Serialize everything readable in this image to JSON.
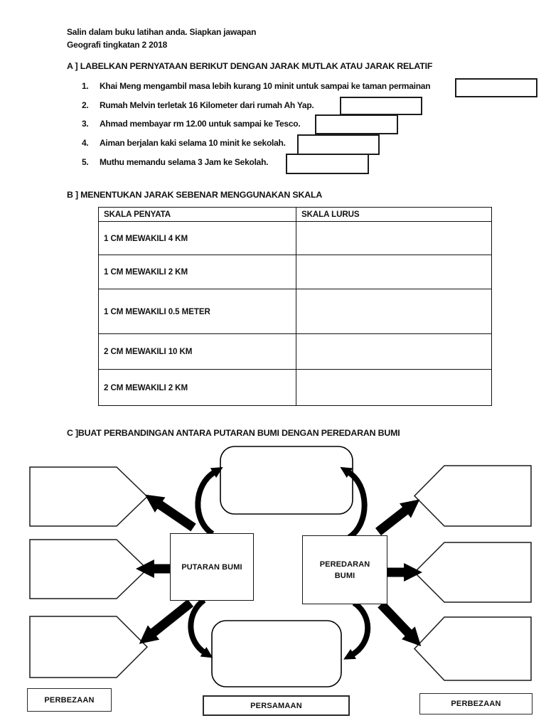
{
  "header": {
    "line1": "Salin dalam buku latihan anda. Siapkan jawapan",
    "line2": "Geografi tingkatan 2 2018"
  },
  "section_a": {
    "heading": "A ] LABELKAN PERNYATAAN BERIKUT DENGAN JARAK MUTLAK ATAU JARAK RELATIF",
    "items": [
      {
        "num": "1.",
        "text": "Khai Meng mengambil masa lebih kurang 10 minit untuk sampai ke taman permainan"
      },
      {
        "num": "2.",
        "text": "Rumah Melvin terletak 16 Kilometer dari rumah Ah Yap."
      },
      {
        "num": "3.",
        "text": "Ahmad membayar rm 12.00 untuk sampai ke Tesco."
      },
      {
        "num": "4.",
        "text": "Aiman berjalan kaki selama 10 minit ke sekolah."
      },
      {
        "num": "5.",
        "text": "Muthu memandu selama 3 Jam ke Sekolah."
      }
    ]
  },
  "section_b": {
    "heading": "B ] MENENTUKAN JARAK SEBENAR MENGGUNAKAN SKALA",
    "table": {
      "headers": [
        "SKALA PENYATA",
        "SKALA LURUS"
      ],
      "rows": [
        "1 CM MEWAKILI 4 KM",
        "1 CM MEWAKILI 2 KM",
        "1 CM MEWAKILI 0.5 METER",
        "2 CM MEWAKILI 10 KM",
        "2 CM MEWAKILI 2 KM"
      ]
    }
  },
  "section_c": {
    "heading": "C ]BUAT PERBANDINGAN ANTARA PUTARAN BUMI DENGAN PEREDARAN BUMI",
    "putaran_label": "PUTARAN BUMI",
    "peredaran_line1": "PEREDARAN",
    "peredaran_line2": "BUMI",
    "labels": {
      "left": "PERBEZAAN",
      "center": "PERSAMAAN",
      "right": "PERBEZAAN"
    }
  }
}
